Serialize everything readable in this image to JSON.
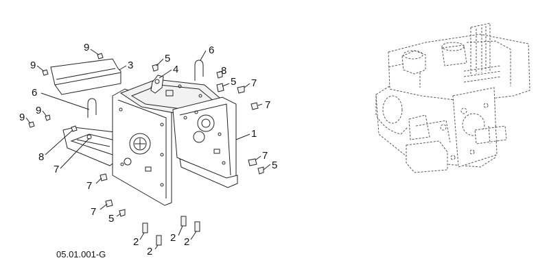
{
  "drawing_code": "05.01.001-G",
  "callouts": [
    "9",
    "9",
    "9",
    "9",
    "3",
    "6",
    "6",
    "5",
    "4",
    "8",
    "5",
    "7",
    "7",
    "1",
    "7",
    "8",
    "7",
    "5",
    "7",
    "7",
    "5",
    "2",
    "2",
    "2",
    "2"
  ]
}
